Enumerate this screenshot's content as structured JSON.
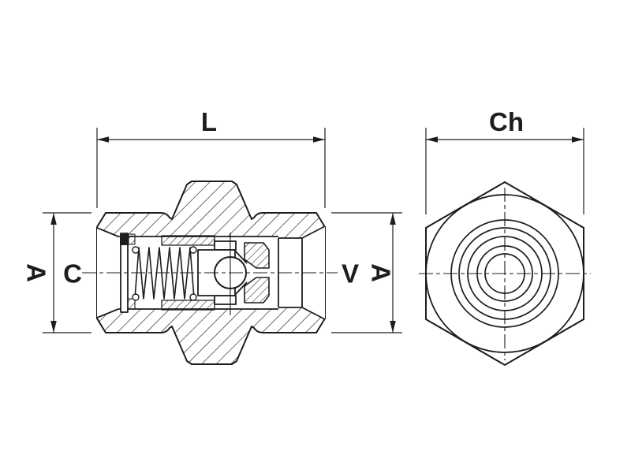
{
  "drawing": {
    "background_color": "#ffffff",
    "line_color": "#1d1d1b",
    "dimensions": {
      "length_label": "L",
      "hex_across_flats_label": "Ch",
      "height_left_label": "A",
      "height_right_label": "A"
    },
    "ports": {
      "inlet_label": "C",
      "outlet_label": "V"
    }
  }
}
